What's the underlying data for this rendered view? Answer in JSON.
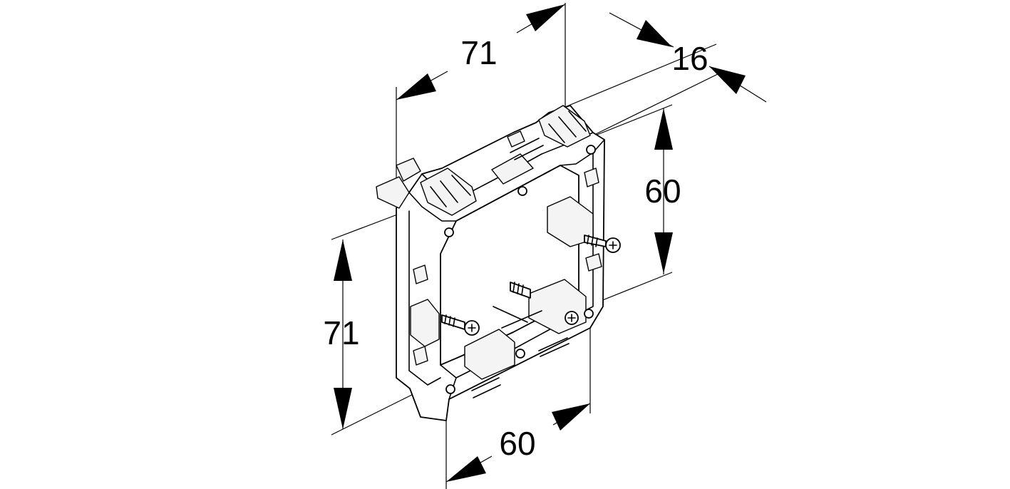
{
  "dimensions": {
    "top_width": "71",
    "depth": "16",
    "right_height": "60",
    "left_height": "71",
    "bottom_width": "60"
  },
  "colors": {
    "line": "#000000",
    "background": "#ffffff"
  }
}
